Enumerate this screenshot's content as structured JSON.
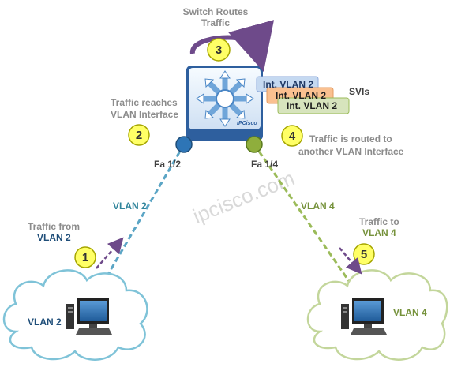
{
  "title": {
    "line1": "Switch Routes",
    "line2": "Traffic"
  },
  "steps": {
    "s1": "1",
    "s2": "2",
    "s3": "3",
    "s4": "4",
    "s5": "5"
  },
  "step_texts": {
    "reaches_line1": "Traffic reaches",
    "reaches_line2": "VLAN Interface",
    "routed_line1": "Traffic is routed to",
    "routed_line2": "another VLAN Interface",
    "from_line1": "Traffic from",
    "from_line2": "VLAN 2",
    "to_line1": "Traffic to",
    "to_line2": "VLAN 4"
  },
  "svi": {
    "label": "SVIs",
    "cards": [
      "Int. VLAN 2",
      "Int. VLAN 2",
      "Int. VLAN 2"
    ]
  },
  "switch_brand": "IPCisco",
  "ports": {
    "left": "Fa 1/2",
    "right": "Fa 1/4"
  },
  "links": {
    "left": "VLAN 2",
    "right": "VLAN 4"
  },
  "clouds": {
    "left": "VLAN 2",
    "right": "VLAN 4"
  },
  "watermark": "ipcisco.com",
  "colors": {
    "blue": "#2e75b6",
    "green": "#76923c",
    "cloud_left_stroke": "#7fc3d8",
    "cloud_right_stroke": "#c3d69b",
    "switch_body": "#2e5f9e",
    "switch_face": "#e2eefa",
    "step_badge": "#ffff66",
    "arrow": "#6e4a8a"
  }
}
